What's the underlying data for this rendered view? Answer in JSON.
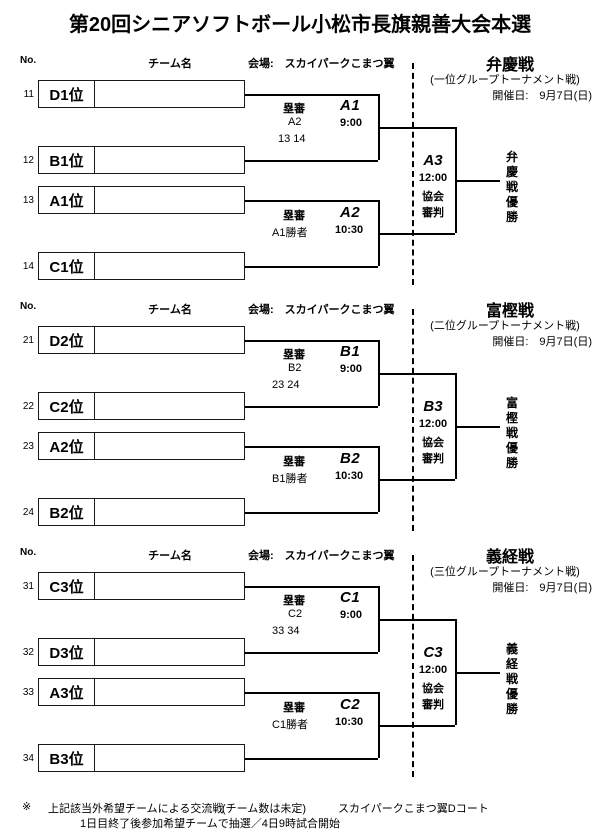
{
  "title": "第20回シニアソフトボール小松市長旗親善大会本選",
  "headers": {
    "no": "No.",
    "team": "チーム名",
    "venue": "会場:　スカイパークこまつ翼"
  },
  "sections": [
    {
      "group_title": "弁慶戦",
      "group_sub": "(一位グループトーナメント戦)",
      "group_date": "開催日:　9月7日(日)",
      "rows": [
        {
          "no": "11",
          "seed": "D1位",
          "name": ""
        },
        {
          "no": "12",
          "seed": "B1位",
          "name": ""
        },
        {
          "no": "13",
          "seed": "A1位",
          "name": ""
        },
        {
          "no": "14",
          "seed": "C1位",
          "name": ""
        }
      ],
      "semifinals": [
        {
          "code": "A1",
          "time": "9:00",
          "ump_label": "塁審",
          "ump_team": "A2",
          "ump_games": "13 14"
        },
        {
          "code": "A2",
          "time": "10:30",
          "ump_label": "塁審",
          "ump_team": "A1勝者",
          "ump_games": ""
        }
      ],
      "final": {
        "code": "A3",
        "time": "12:00",
        "ump_line1": "協会",
        "ump_line2": "審判"
      },
      "champion": "弁慶戦優勝"
    },
    {
      "group_title": "富樫戦",
      "group_sub": "(二位グループトーナメント戦)",
      "group_date": "開催日:　9月7日(日)",
      "rows": [
        {
          "no": "21",
          "seed": "D2位",
          "name": ""
        },
        {
          "no": "22",
          "seed": "C2位",
          "name": ""
        },
        {
          "no": "23",
          "seed": "A2位",
          "name": ""
        },
        {
          "no": "24",
          "seed": "B2位",
          "name": ""
        }
      ],
      "semifinals": [
        {
          "code": "B1",
          "time": "9:00",
          "ump_label": "塁審",
          "ump_team": "B2",
          "ump_games": "23  24"
        },
        {
          "code": "B2",
          "time": "10:30",
          "ump_label": "塁審",
          "ump_team": "B1勝者",
          "ump_games": ""
        }
      ],
      "final": {
        "code": "B3",
        "time": "12:00",
        "ump_line1": "協会",
        "ump_line2": "審判"
      },
      "champion": "富樫戦優勝"
    },
    {
      "group_title": "義経戦",
      "group_sub": "(三位グループトーナメント戦)",
      "group_date": "開催日:　9月7日(日)",
      "rows": [
        {
          "no": "31",
          "seed": "C3位",
          "name": ""
        },
        {
          "no": "32",
          "seed": "D3位",
          "name": ""
        },
        {
          "no": "33",
          "seed": "A3位",
          "name": ""
        },
        {
          "no": "34",
          "seed": "B3位",
          "name": ""
        }
      ],
      "semifinals": [
        {
          "code": "C1",
          "time": "9:00",
          "ump_label": "塁審",
          "ump_team": "C2",
          "ump_games": "33  34"
        },
        {
          "code": "C2",
          "time": "10:30",
          "ump_label": "塁審",
          "ump_team": "C1勝者",
          "ump_games": ""
        }
      ],
      "final": {
        "code": "C3",
        "time": "12:00",
        "ump_line1": "協会",
        "ump_line2": "審判"
      },
      "champion": "義経戦優勝"
    }
  ],
  "footer": {
    "mark": "※",
    "line1a": "上記該当外希望チームによる交流戦",
    "line1b": "(チーム数は未定)",
    "line1c": "スカイパークこまつ翼Dコート",
    "line2": "1日目終了後参加希望チームで抽選／4日9時試合開始"
  }
}
